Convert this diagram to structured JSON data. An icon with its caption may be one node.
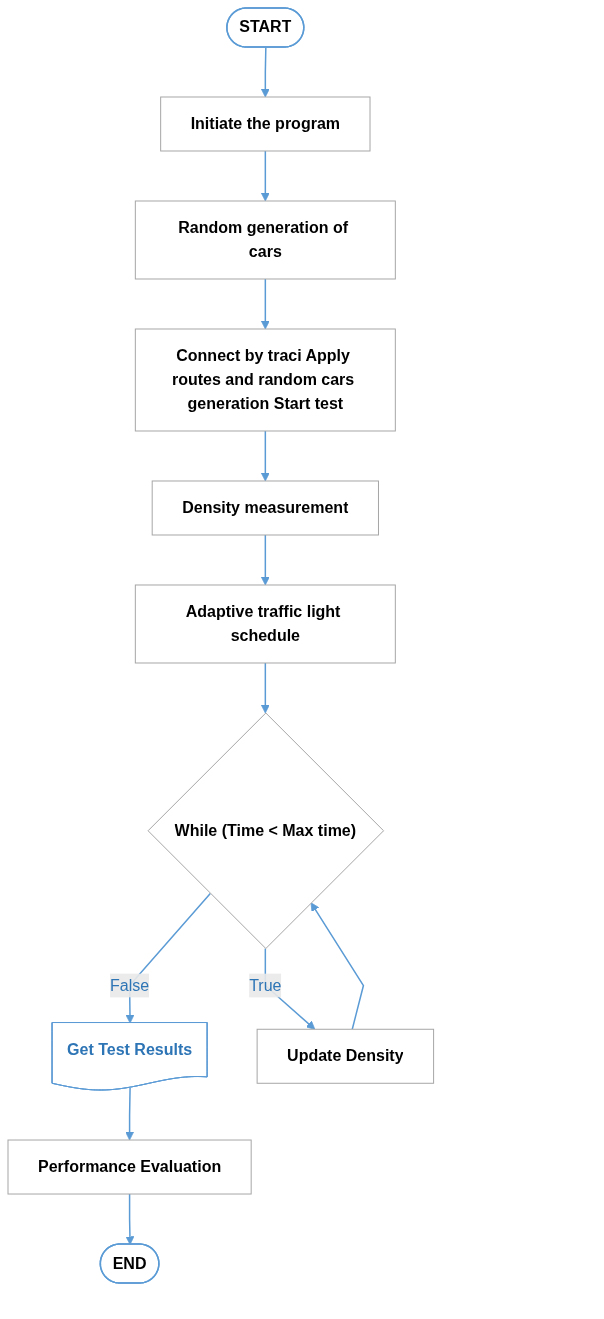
{
  "diagram": {
    "nodes": [
      {
        "text": [
          "START"
        ]
      },
      {
        "text": [
          "Initiate the program"
        ]
      },
      {
        "text": [
          "Random generation of cars"
        ]
      },
      {
        "text": [
          "Connect by traci Apply routes and random cars generation Start test"
        ]
      },
      {
        "text": [
          "Density measurement"
        ]
      },
      {
        "text": [
          "Adaptive traffic light schedule"
        ]
      },
      {
        "text": [
          "While (Time < Max time)"
        ]
      },
      {
        "text": [
          "Get Test Results"
        ]
      },
      {
        "text": [
          "Update Density"
        ]
      },
      {
        "text": [
          "Performance Evaluation"
        ]
      },
      {
        "text": [
          "END"
        ]
      }
    ],
    "edges": [
      {
        "from": 0,
        "to": 1,
        "arrow": "to"
      },
      {
        "from": 1,
        "to": 2,
        "arrow": "to"
      },
      {
        "from": 2,
        "to": 3,
        "arrow": "to"
      },
      {
        "from": 3,
        "to": 4,
        "arrow": "to"
      },
      {
        "from": 4,
        "to": 5,
        "arrow": "to"
      },
      {
        "from": 5,
        "to": 6,
        "arrow": "to"
      },
      {
        "from": 6,
        "to": 7,
        "label": "False",
        "arrow": "to"
      },
      {
        "from": 6,
        "to": 8,
        "label": "True",
        "arrow": "to"
      },
      {
        "from": 8,
        "to": 6,
        "arrow": "to"
      },
      {
        "from": 7,
        "to": 9,
        "arrow": "to"
      },
      {
        "from": 9,
        "to": 10,
        "arrow": "to"
      }
    ]
  }
}
